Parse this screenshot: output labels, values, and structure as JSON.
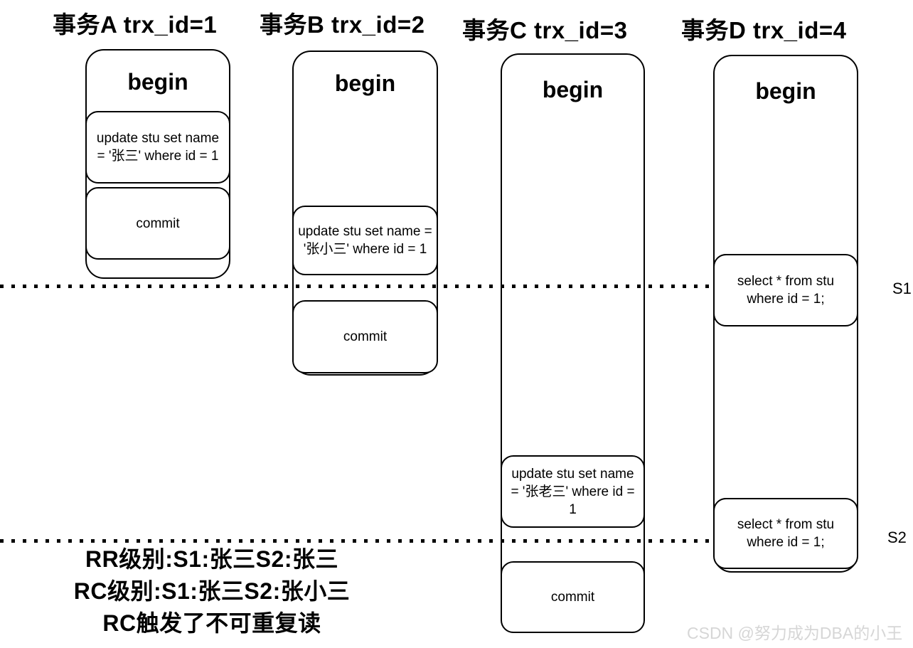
{
  "title_row": {
    "labels": [
      "事务A trx_id=1",
      "事务B trx_id=2",
      "事务C trx_id=3",
      "事务D trx_id=4"
    ]
  },
  "columns": [
    {
      "id": "A",
      "begin": "begin",
      "steps": [
        {
          "text": "update stu set name = '张三' where id = 1"
        },
        {
          "text": "commit"
        }
      ]
    },
    {
      "id": "B",
      "begin": "begin",
      "steps": [
        {
          "text": "update stu set name = '张小三' where id = 1"
        },
        {
          "text": "commit"
        }
      ]
    },
    {
      "id": "C",
      "begin": "begin",
      "steps": [
        {
          "text": "update stu set name = '张老三' where id = 1"
        },
        {
          "text": "commit"
        }
      ]
    },
    {
      "id": "D",
      "begin": "begin",
      "steps": [
        {
          "text": "select * from stu where id = 1;"
        },
        {
          "text": "select * from stu where id = 1;"
        }
      ]
    }
  ],
  "timeline_markers": [
    {
      "label": "S1"
    },
    {
      "label": "S2"
    }
  ],
  "annotation": {
    "lines": [
      "RR级别:S1:张三S2:张三",
      "RC级别:S1:张三S2:张小三",
      "RC触发了不可重复读"
    ]
  },
  "watermark": "CSDN @努力成为DBA的小王",
  "colors": {
    "stroke": "#000000",
    "background": "#ffffff",
    "watermark": "#d6d6d6"
  }
}
